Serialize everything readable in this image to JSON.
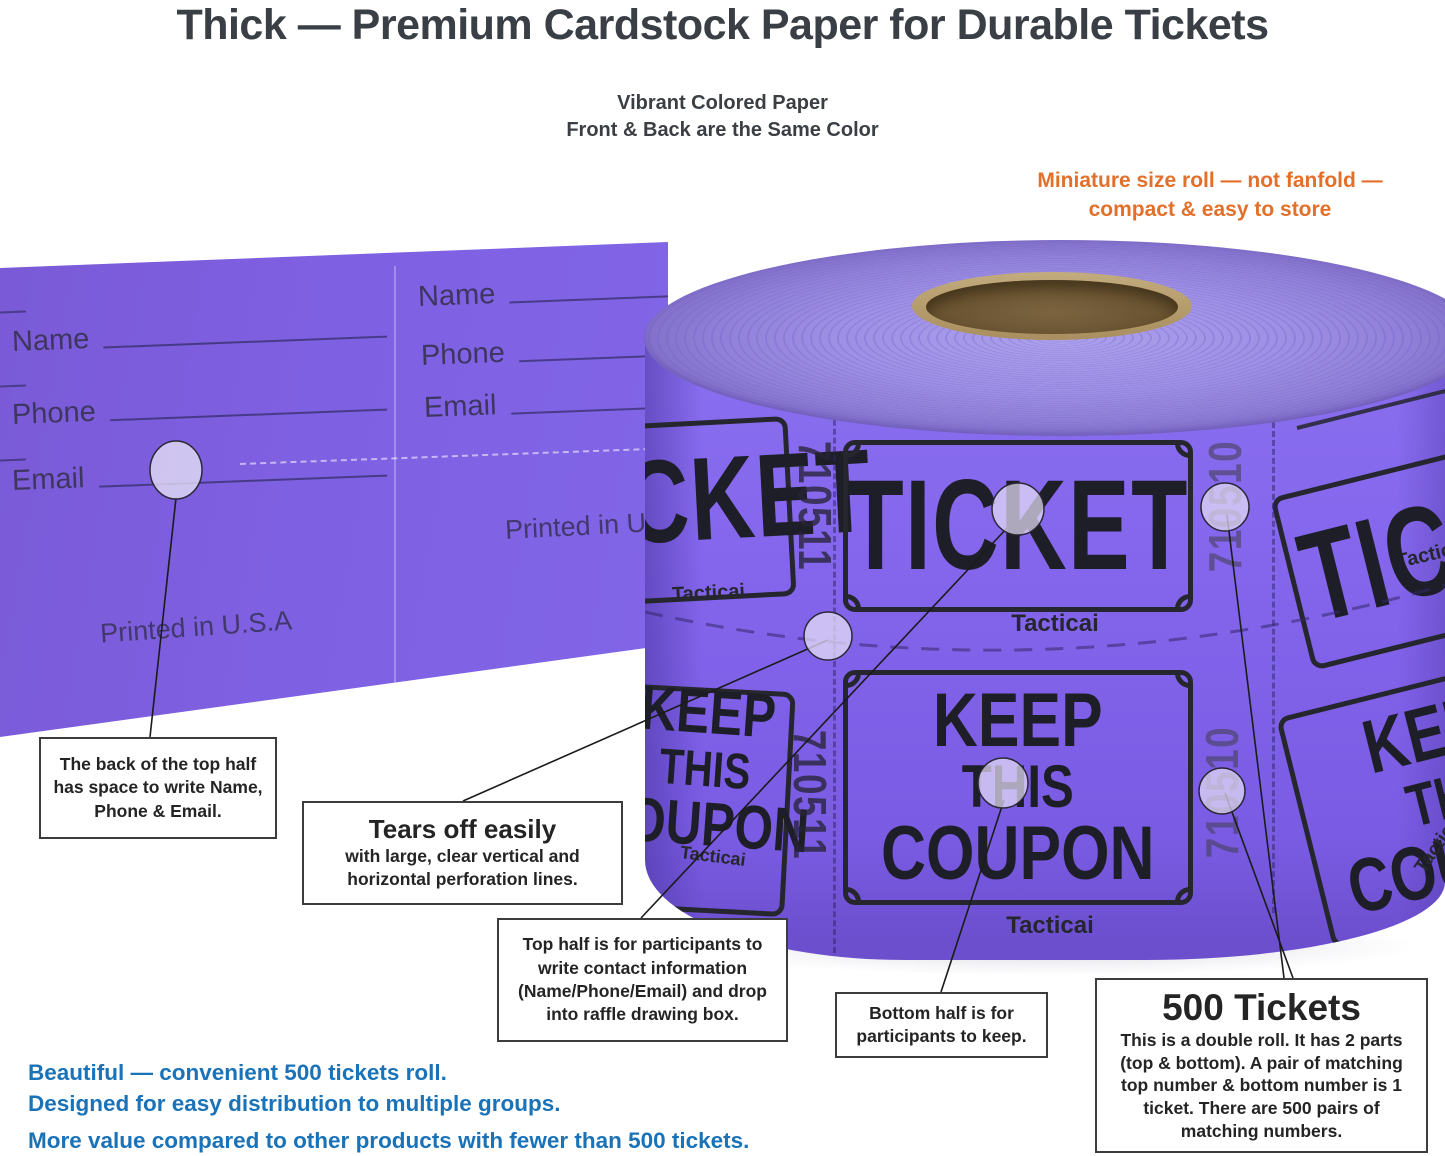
{
  "header": {
    "title": "Thick — Premium Cardstock Paper for Durable Tickets",
    "subtitle_line1": "Vibrant Colored Paper",
    "subtitle_line2": "Front & Back are the Same Color"
  },
  "size_note": {
    "line1": "Miniature size roll — not fanfold —",
    "line2": "compact & easy to store"
  },
  "ticket_back": {
    "name_label": "Name",
    "phone_label": "Phone",
    "email_label": "Email",
    "printed_label": "Printed in U.S.A"
  },
  "roll": {
    "ticket_label": "TICKET",
    "coupon_line1": "KEEP",
    "coupon_line2": "THIS",
    "coupon_line3": "COUPON",
    "brand": "Tacticai",
    "serial_left": "710511",
    "serial_right": "710510"
  },
  "callouts": {
    "back_note": "The back of the top half has space to write Name, Phone & Email.",
    "tear_title": "Tears off easily",
    "tear_body": "with large, clear vertical and horizontal perforation lines.",
    "top_half": "Top half is for participants to write contact information (Name/Phone/Email) and drop into raffle drawing box.",
    "bottom_half": "Bottom half is for participants to keep.",
    "count_title": "500 Tickets",
    "count_body": "This is a double roll. It has 2 parts (top & bottom). A pair of matching top number & bottom number is 1 ticket. There are 500 pairs of matching numbers."
  },
  "benefits": {
    "line1": "Beautiful — convenient 500 tickets roll.",
    "line2": "Designed for easy distribution to multiple groups.",
    "line3": "More value compared to other products with fewer than 500 tickets."
  },
  "colors": {
    "accent_orange": "#e2702a",
    "accent_blue": "#1a73b8",
    "strip_purple": "#7a5edd",
    "roll_purple": "#8264eb",
    "roll_top_purple": "#9c8ee6",
    "core_brown": "#6e5836",
    "core_rim_tan": "#b49a6b",
    "ticket_ink": "#20202a",
    "highlight_dot": "#ded7f2"
  }
}
